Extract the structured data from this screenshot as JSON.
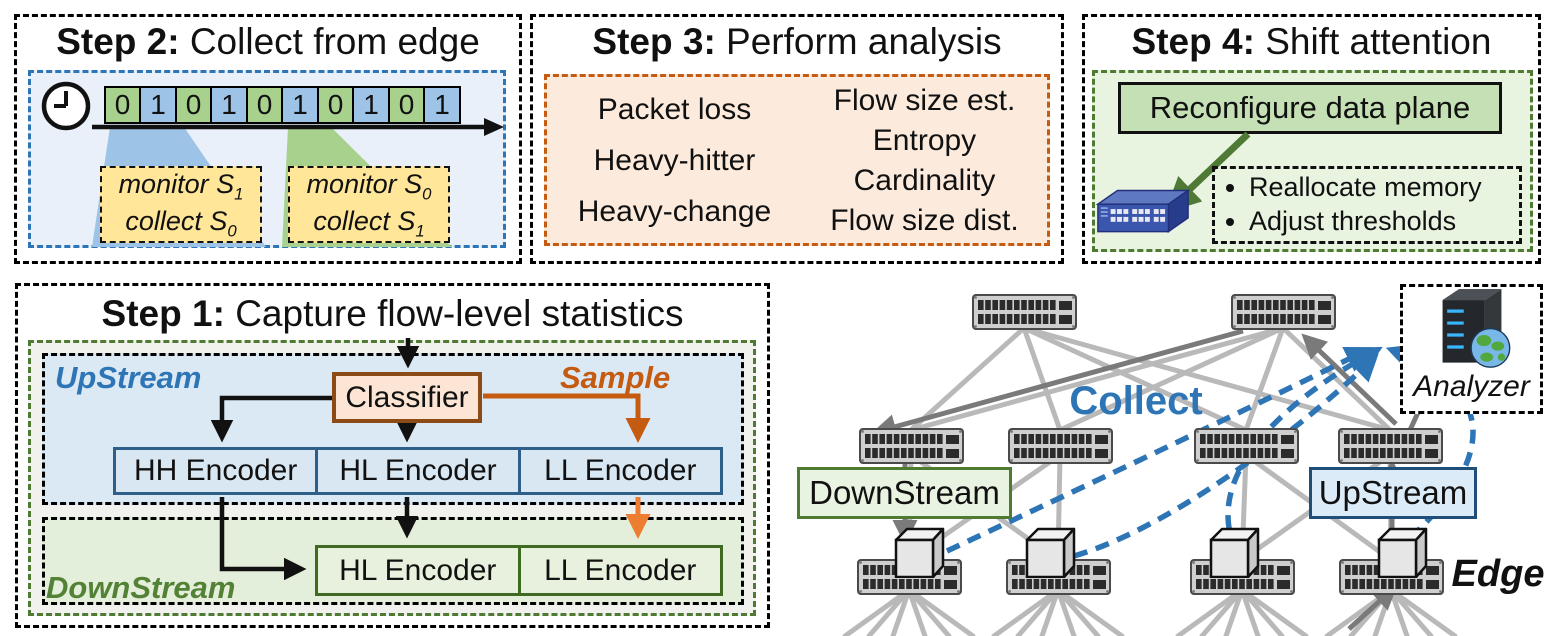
{
  "step2": {
    "title_bold": "Step 2:",
    "title_rest": "Collect from edge",
    "timeline_cells": [
      "0",
      "1",
      "0",
      "1",
      "0",
      "1",
      "0",
      "1",
      "0",
      "1"
    ],
    "callouts": [
      {
        "monitor_text": "monitor S",
        "monitor_sub": "1",
        "collect_text": "collect S",
        "collect_sub": "0"
      },
      {
        "monitor_text": "monitor S",
        "monitor_sub": "0",
        "collect_text": "collect S",
        "collect_sub": "1"
      }
    ]
  },
  "step3": {
    "title_bold": "Step 3:",
    "title_rest": "Perform analysis",
    "left_items": [
      "Packet loss",
      "Heavy-hitter",
      "Heavy-change"
    ],
    "right_items": [
      "Flow size est.",
      "Entropy",
      "Cardinality",
      "Flow size dist."
    ]
  },
  "step4": {
    "title_bold": "Step 4:",
    "title_rest": "Shift attention",
    "action_box": "Reconfigure data plane",
    "bullets": [
      "Reallocate memory",
      "Adjust thresholds"
    ]
  },
  "step1": {
    "title_bold": "Step 1:",
    "title_rest": "Capture flow-level statistics",
    "upstream_label": "UpStream",
    "sample_label": "Sample",
    "classifier": "Classifier",
    "upstream_encoders": [
      "HH Encoder",
      "HL Encoder",
      "LL Encoder"
    ],
    "downstream_label": "DownStream",
    "downstream_encoders": [
      "HL Encoder",
      "LL Encoder"
    ]
  },
  "topology": {
    "collect_label": "Collect",
    "downstream_box": "DownStream",
    "upstream_box": "UpStream",
    "analyzer_label": "Analyzer",
    "edge_label": "Edge"
  },
  "colors": {
    "blue_accent": "#2e75b6",
    "dark_blue": "#1f4e79",
    "orange_accent": "#c55a11",
    "orange_arrow": "#ed7d31",
    "green_accent": "#538135",
    "cell_green": "#a9d18e",
    "cell_blue": "#9dc3e6",
    "callout_yellow": "#ffe699",
    "classifier_fill": "#fce5d5",
    "classifier_border": "#8c4a16",
    "step3_fill": "#fcebdd",
    "step4_action_fill": "#c5e0b4",
    "gray_link": "#b9b9b9",
    "dark_gray_arrow": "#7a7a7a"
  }
}
